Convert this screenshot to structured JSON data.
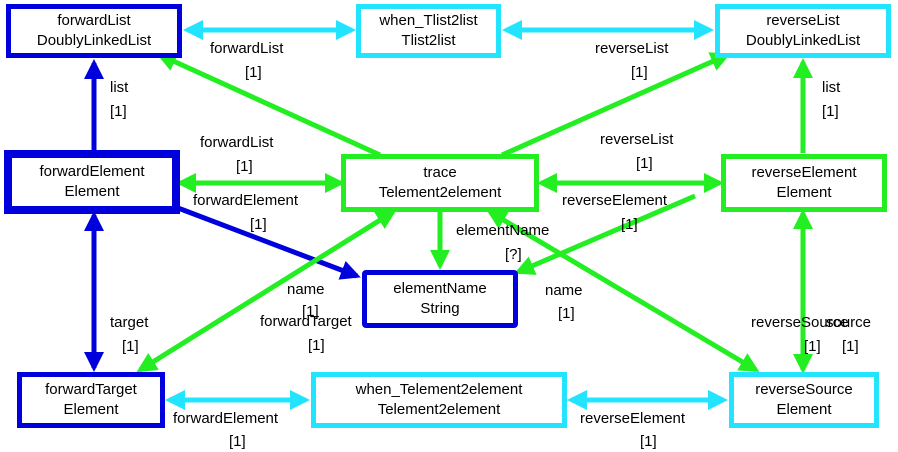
{
  "colors": {
    "blue": "#0000dd",
    "cyan": "#22e4ff",
    "green": "#22ee22"
  },
  "nodes": {
    "forward_list": {
      "name": "forwardList",
      "type": "DoublyLinkedList"
    },
    "when_tlist2list": {
      "name": "when_Tlist2list",
      "type": "Tlist2list"
    },
    "reverse_list": {
      "name": "reverseList",
      "type": "DoublyLinkedList"
    },
    "forward_element": {
      "name": "forwardElement",
      "type": "Element"
    },
    "trace": {
      "name": "trace",
      "type": "Telement2element"
    },
    "reverse_element": {
      "name": "reverseElement",
      "type": "Element"
    },
    "element_name": {
      "name": "elementName",
      "type": "String"
    },
    "forward_target": {
      "name": "forwardTarget",
      "type": "Element"
    },
    "when_telement2element": {
      "name": "when_Telement2element",
      "type": "Telement2element"
    },
    "reverse_source": {
      "name": "reverseSource",
      "type": "Element"
    }
  },
  "labels": {
    "trace_forward_list": "forwardList",
    "trace_forward_list_mult": "[1]",
    "trace_reverse_list": "reverseList",
    "trace_reverse_list_mult": "[1]",
    "fe_list": "list",
    "fe_list_mult": "[1]",
    "re_list": "list",
    "re_list_mult": "[1]",
    "fe_forward_list": "forwardList",
    "fe_forward_list_mult": "[1]",
    "fe_forward_element": "forwardElement",
    "fe_forward_element_mult": "[1]",
    "re_reverse_list": "reverseList",
    "re_reverse_list_mult": "[1]",
    "re_reverse_element": "reverseElement",
    "re_reverse_element_mult": "[1]",
    "trace_element_name": "elementName",
    "trace_element_name_mult": "[?]",
    "fe_name": "name",
    "fe_name_mult": "[1]",
    "re_name": "name",
    "re_name_mult": "[1]",
    "trace_forward_target": "forwardTarget",
    "trace_forward_target_mult": "[1]",
    "trace_reverse_source": "reverseSource",
    "trace_reverse_source_mult": "[1]",
    "re_source": "source",
    "re_source_mult": "[1]",
    "fe_target": "target",
    "fe_target_mult": "[1]",
    "wte_forward_element": "forwardElement",
    "wte_forward_element_mult": "[1]",
    "wte_reverse_element": "reverseElement",
    "wte_reverse_element_mult": "[1]"
  }
}
